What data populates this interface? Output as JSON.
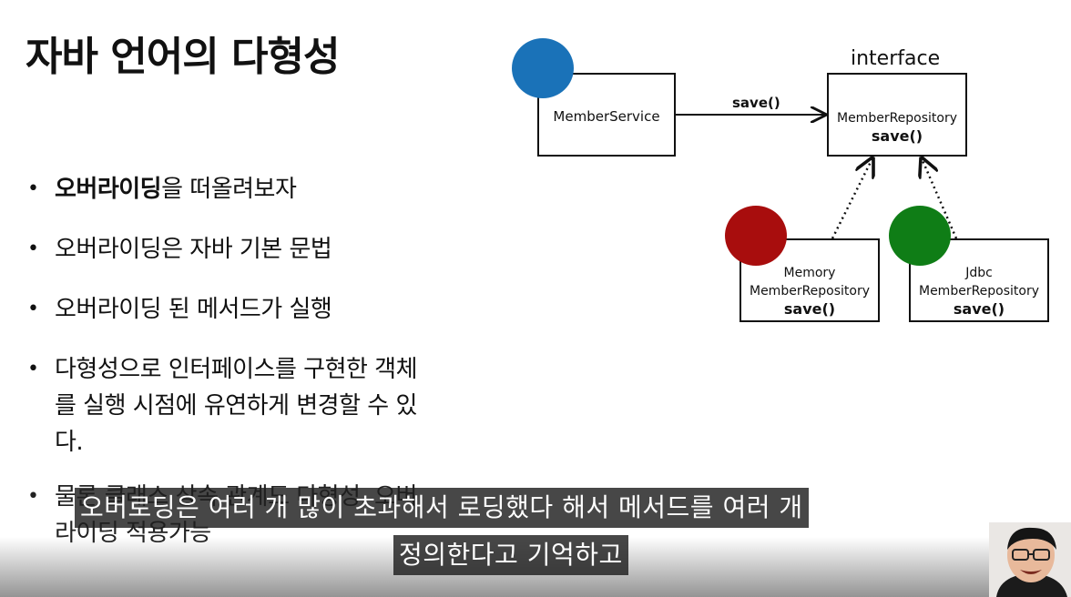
{
  "slide": {
    "title": "자바 언어의 다형성",
    "bullets": [
      {
        "bold": "오버라이딩",
        "rest": "을 떠올려보자"
      },
      {
        "text": "오버라이딩은 자바 기본 문법"
      },
      {
        "text": "오버라이딩 된 메서드가 실행"
      },
      {
        "line1": "다형성으로 인터페이스를 구현한 객체",
        "line2": "를 실행 시점에 유연하게 변경할 수 있",
        "line3": "다."
      },
      {
        "line1": "물론 클래스 상속 관계도 다형성, 오버",
        "line2": "라이딩 적용가능"
      }
    ]
  },
  "diagram": {
    "interface_label": "interface",
    "member_service": "MemberService",
    "call_label": "save()",
    "repository": {
      "name": "MemberRepository",
      "method": "save()"
    },
    "memory_repo": {
      "line1": "Memory",
      "line2": "MemberRepository",
      "method": "save()"
    },
    "jdbc_repo": {
      "line1": "Jdbc",
      "line2": "MemberRepository",
      "method": "save()"
    },
    "colors": {
      "service": "#1a72b8",
      "memory": "#a80d0d",
      "jdbc": "#0f7d16"
    }
  },
  "subtitles": {
    "line1": "오버로딩은 여러 개 많이 초과해서 로딩했다 해서 메서드를 여러 개",
    "line2": "정의한다고 기억하고"
  }
}
